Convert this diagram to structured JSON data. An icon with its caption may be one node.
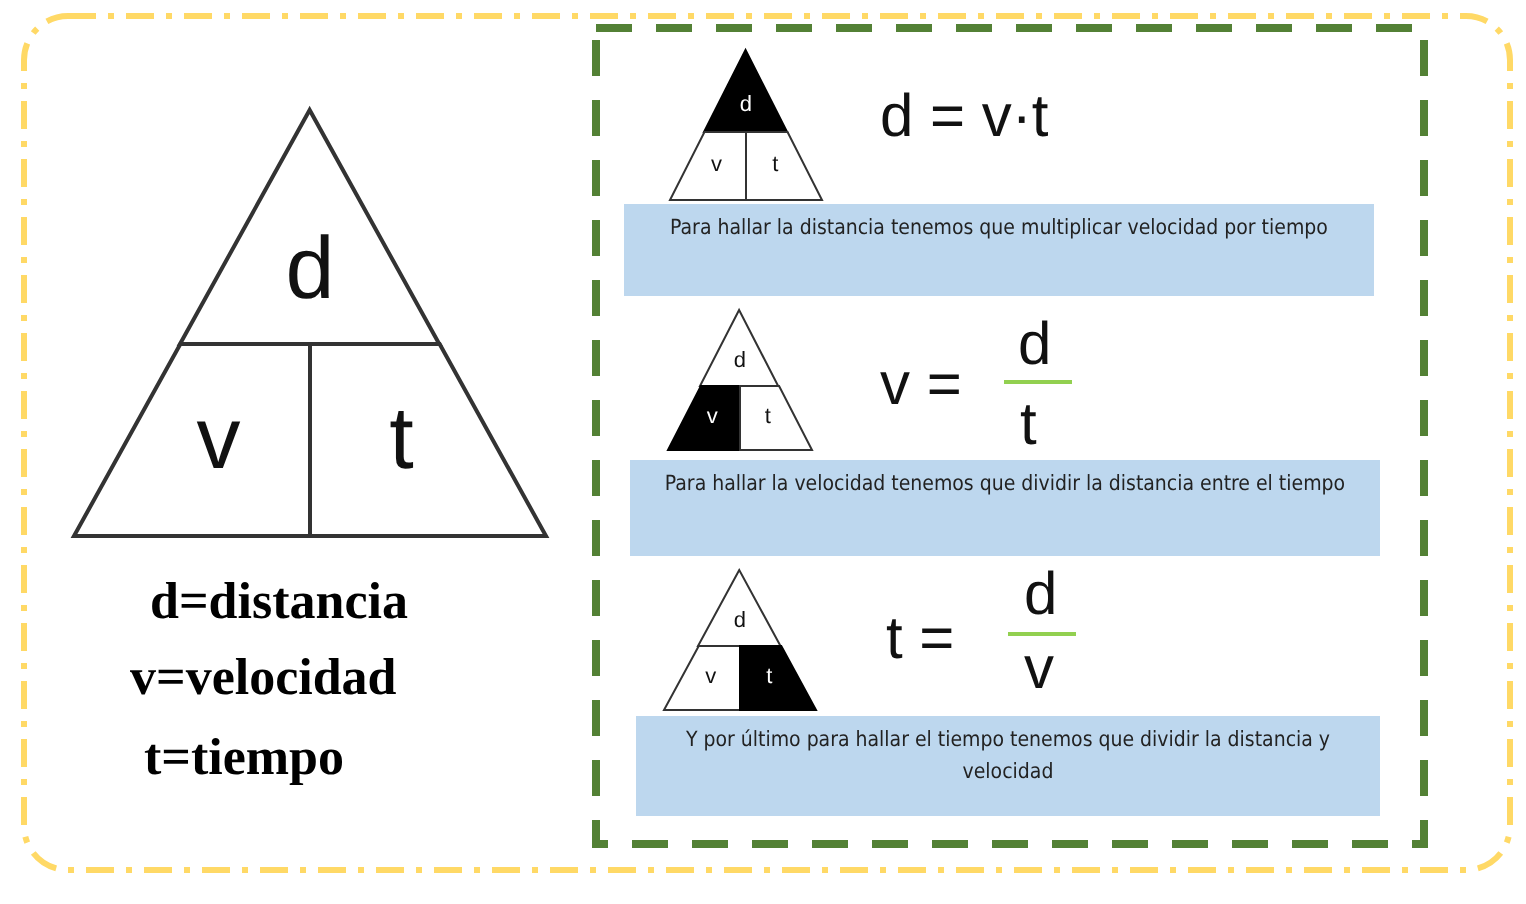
{
  "diagram": {
    "nodes": [
      {
        "text": [
          "d"
        ]
      },
      {
        "text": [
          "v"
        ]
      },
      {
        "text": [
          "t"
        ]
      },
      {
        "text": [
          "d"
        ]
      },
      {
        "text": [
          "v"
        ]
      },
      {
        "text": [
          "t"
        ]
      },
      {
        "text": [
          "d"
        ]
      },
      {
        "text": [
          "v"
        ]
      },
      {
        "text": [
          "t"
        ]
      },
      {
        "text": [
          "d"
        ]
      },
      {
        "text": [
          "v"
        ]
      },
      {
        "text": [
          "t"
        ]
      },
      {
        "text": [
          "Para hallar la distancia tenemos que multiplicar velocidad por tiempo"
        ]
      },
      {
        "text": [
          "Para hallar la velocidad tenemos que dividir la distancia entre el tiempo"
        ]
      },
      {
        "text": [
          "Y por último para hallar el tiempo tenemos que dividir la distancia y velocidad"
        ]
      }
    ],
    "labels": [
      "d=distancia",
      "v=velocidad",
      "t=tiempo",
      "d = v·t",
      "v =",
      "d",
      "t",
      "t =",
      "d",
      "v"
    ]
  }
}
